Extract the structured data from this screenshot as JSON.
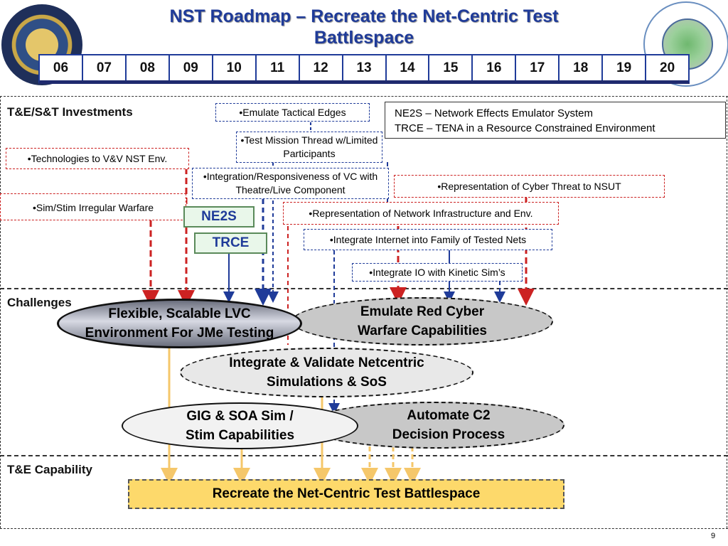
{
  "title": "NST Roadmap – Recreate the Net-Centric Test Battlespace",
  "years": [
    "06",
    "07",
    "08",
    "09",
    "10",
    "11",
    "12",
    "13",
    "14",
    "15",
    "16",
    "17",
    "18",
    "19",
    "20"
  ],
  "sections": {
    "investments": "T&E/S&T Investments",
    "challenges": "Challenges",
    "capability": "T&E Capability"
  },
  "legend": {
    "line1": "NE2S – Network Effects Emulator System",
    "line2": "TRCE – TENA in a Resource Constrained Environment"
  },
  "investments": {
    "emulate_edges": "•Emulate Tactical Edges",
    "test_mission": "•Test Mission Thread w/Limited Participants",
    "tech_vv": "•Technologies to V&V NST Env.",
    "integration": "•Integration/Responsiveness of VC with Theatre/Live Component",
    "cyber_threat": "•Representation of Cyber Threat to NSUT",
    "sim_stim": "•Sim/Stim Irregular Warfare",
    "network_infra": "•Representation of Network Infrastructure and Env.",
    "internet": "•Integrate Internet into Family of Tested Nets",
    "io_kinetic": "•Integrate IO with Kinetic Sim’s",
    "ne2s": "NE2S",
    "trce": "TRCE"
  },
  "challenges": {
    "flexible": "Flexible, Scalable LVC Environment For JMe Testing",
    "red_cyber": "Emulate Red Cyber Warfare Capabilities",
    "netcentric": "Integrate & Validate Netcentric Simulations & SoS",
    "automate": "Automate C2 Decision Process",
    "gig": "GIG & SOA Sim / Stim Capabilities"
  },
  "capability": "Recreate the Net-Centric Test Battlespace",
  "page_number": "9",
  "logos": {
    "left": "seal-icon",
    "right": "test-evaluation-science-technology-seal-icon"
  },
  "colors": {
    "title_blue": "#1f3b99",
    "red": "#cc2222",
    "gold": "#f5c76a",
    "capability_fill": "#fdd96b"
  }
}
